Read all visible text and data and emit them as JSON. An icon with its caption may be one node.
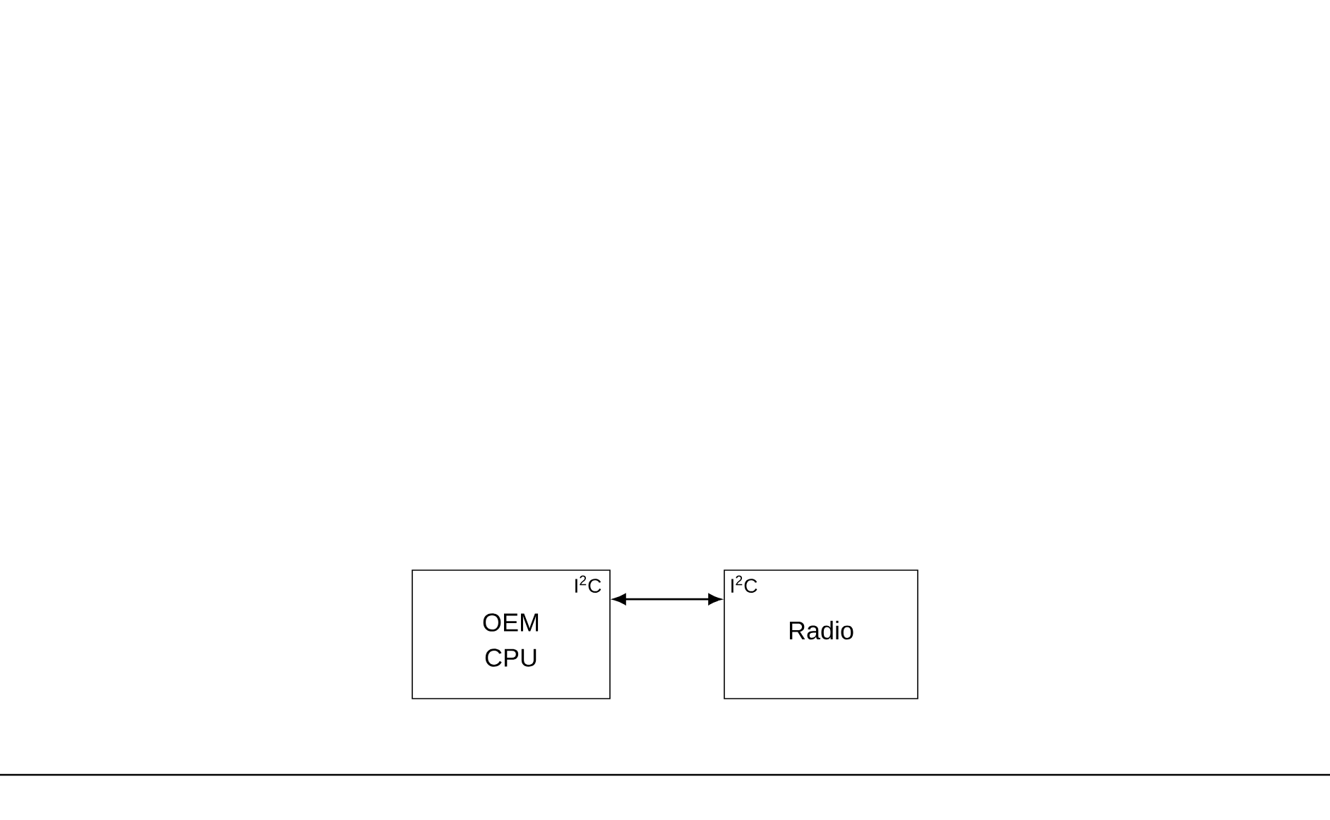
{
  "diagram": {
    "nodes": [
      {
        "text": [
          "I$^{2}$C",
          "OEM CPU"
        ]
      },
      {
        "text": [
          "I$^{2}$C",
          "Radio"
        ]
      }
    ],
    "edges": [
      {
        "from": 0,
        "to": 1,
        "arrow": "both"
      }
    ]
  }
}
